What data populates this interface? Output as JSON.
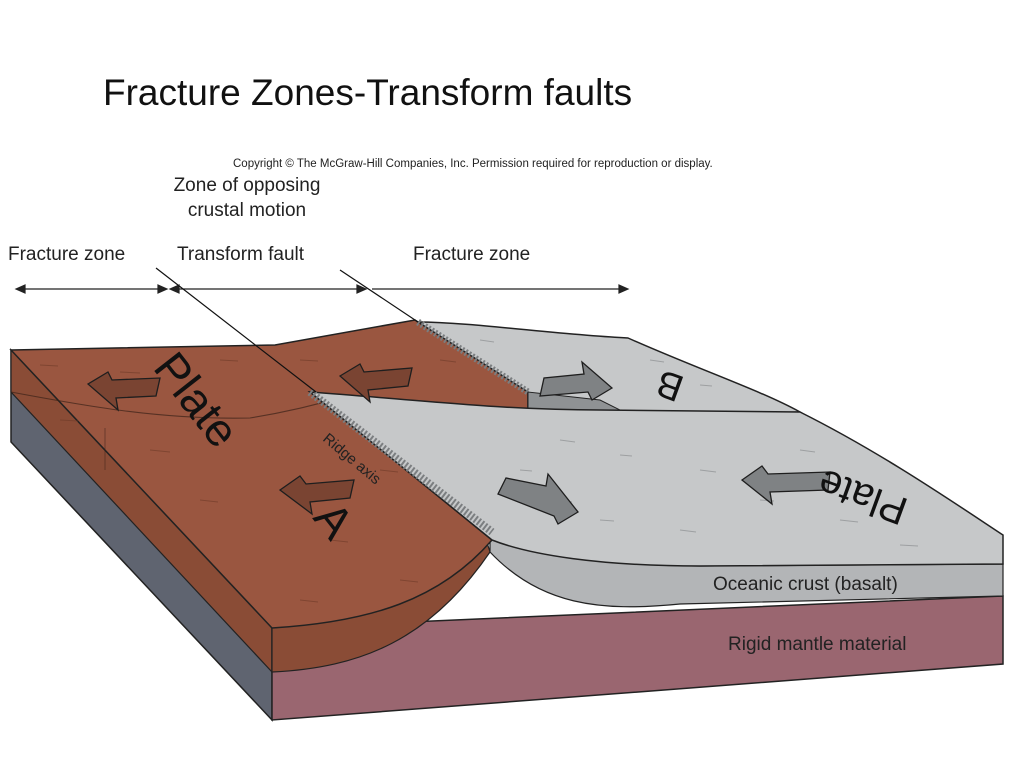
{
  "slide": {
    "title": "Fracture Zones-Transform faults"
  },
  "diagram": {
    "copyright": "Copyright © The McGraw-Hill Companies, Inc. Permission required for reproduction or display.",
    "labels": {
      "zone_line1": "Zone of opposing",
      "zone_line2": "crustal motion",
      "fracture_zone_left": "Fracture zone",
      "transform_fault": "Transform fault",
      "fracture_zone_right": "Fracture zone",
      "ridge_axis": "Ridge axis",
      "oceanic_crust": "Oceanic crust (basalt)",
      "rigid_mantle": "Rigid mantle material"
    },
    "plates": {
      "plate_a_word": "Plate",
      "plate_a_letter": "A",
      "plate_b_word": "Plate",
      "plate_b_letter": "B"
    },
    "colors": {
      "plate_a": "#9a5640",
      "plate_a_side": "#8a4c36",
      "plate_b": "#c6c8c9",
      "plate_b_side": "#b3b5b7",
      "mantle": "#9a6670",
      "mantle_left": "#5f6470",
      "ridge": "#7b7e80"
    }
  }
}
